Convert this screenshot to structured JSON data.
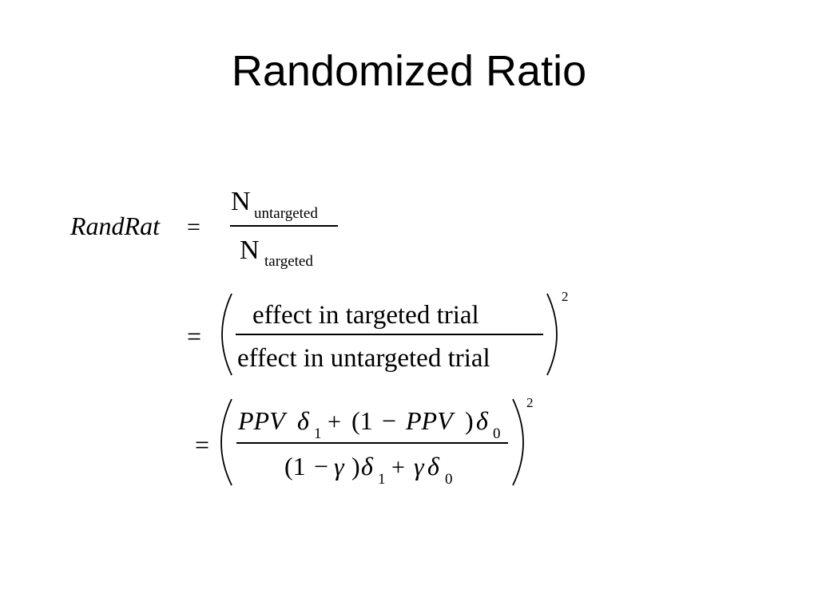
{
  "slide": {
    "title": "Randomized Ratio"
  },
  "equation": {
    "line1": {
      "lhs": "RandRat",
      "equals": "=",
      "numerator": {
        "symbol": "N",
        "subscript": "untargeted"
      },
      "denominator": {
        "symbol": "N",
        "subscript": "targeted"
      }
    },
    "line2": {
      "equals": "=",
      "numerator": "effect in targeted trial",
      "denominator": "effect in untargeted trial",
      "exponent": "2",
      "left_paren": "(",
      "right_paren": ")"
    },
    "line3": {
      "equals": "=",
      "exponent": "2",
      "left_paren": "(",
      "right_paren": ")",
      "numerator": {
        "ppv_1": "PPV",
        "delta_1": "δ",
        "sub_1": "1",
        "plus": "+",
        "open": "(1",
        "minus": "−",
        "ppv_2": "PPV",
        "close": ")",
        "delta_0": "δ",
        "sub_0": "0"
      },
      "denominator": {
        "open": "(1",
        "minus": "−",
        "gamma_1": "γ",
        "close": ")",
        "delta_1": "δ",
        "sub_1": "1",
        "plus": "+",
        "gamma_2": "γ",
        "delta_0": "δ",
        "sub_0": "0"
      }
    }
  }
}
